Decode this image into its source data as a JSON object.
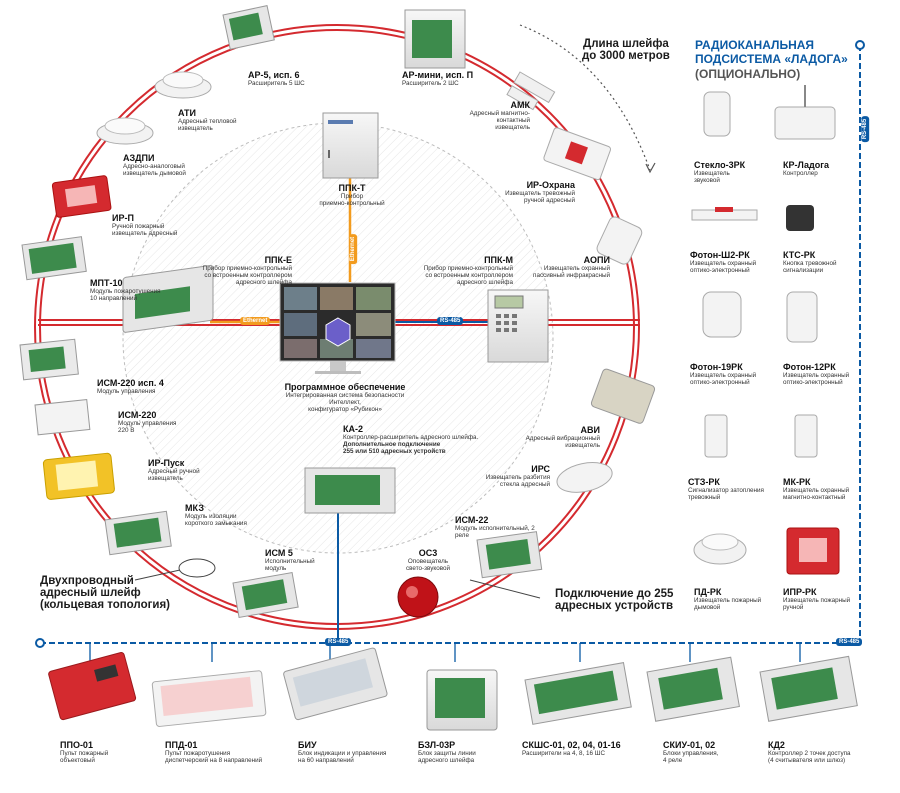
{
  "colors": {
    "loop": "#d42a2f",
    "bus": "#0b5aa4",
    "accent": "#f29b1e",
    "text": "#1a1a1a"
  },
  "loop_length": "Длина шлейфа\nдо 3000 метров",
  "radio": {
    "title": "РАДИОКАНАЛЬНАЯ\nПОДСИСТЕМА «ЛАДОГА»",
    "optional": "(ОПЦИОНАЛЬНО)"
  },
  "bus": {
    "rs485": "RS-485",
    "ethernet": "Ethernet"
  },
  "loop_caption": "Двухпроводный\nадресный шлейф\n(кольцевая топология)",
  "connection": "Подключение до 255\nадресных устройств",
  "center": {
    "ppk_t": {
      "title": "ППК-Т",
      "desc": "Прибор\nприемно-контрольный"
    },
    "ppk_e": {
      "title": "ППК-Е",
      "desc": "Прибор приемно-контрольный\nсо встроенным контроллером\nадресного шлейфа"
    },
    "ppk_m": {
      "title": "ППК-М",
      "desc": "Прибор приемно-контрольный\nсо встроенным контроллером\nадресного шлейфа"
    },
    "software": {
      "title": "Программное обеспечение",
      "desc": "Интегрированная система безопасности Интеллект,\nконфигуратор «Рубикон»"
    },
    "ka2": {
      "title": "КА-2",
      "desc": "Контроллер-расширитель адресного шлейфа.",
      "extra": "Дополнительное подключение\n255 или 510 адресных устройств"
    }
  },
  "loop_devices": [
    {
      "id": "ar5",
      "title": "АР-5, исп. 6",
      "desc": "Расширитель 5 ШС"
    },
    {
      "id": "armini",
      "title": "АР-мини, исп. П",
      "desc": "Расширитель 2 ШС"
    },
    {
      "id": "ati",
      "title": "АТИ",
      "desc": "Адресный тепловой\nизвещатель"
    },
    {
      "id": "azdpi",
      "title": "АЗДПИ",
      "desc": "Адресно-аналоговый\nизвещатель дымовой"
    },
    {
      "id": "amk",
      "title": "АМК",
      "desc": "Адресный магнитно-\nконтактный извещатель"
    },
    {
      "id": "irohrana",
      "title": "ИР-Охрана",
      "desc": "Извещатель тревожный\nручной адресный"
    },
    {
      "id": "irp",
      "title": "ИР-П",
      "desc": "Ручной пожарный\nизвещатель адресный"
    },
    {
      "id": "aopi",
      "title": "АОПИ",
      "desc": "Извещатель охранный\nпассивный инфракрасный"
    },
    {
      "id": "mpt10",
      "title": "МПТ-10",
      "desc": "Модуль пожаротушения\n10 направлений"
    },
    {
      "id": "ism220_4",
      "title": "ИСМ-220 исп. 4",
      "desc": "Модуль управления"
    },
    {
      "id": "ism220",
      "title": "ИСМ-220",
      "desc": "Модуль управления\n220 В"
    },
    {
      "id": "irpusk",
      "title": "ИР-Пуск",
      "desc": "Адресный ручной\nизвещатель"
    },
    {
      "id": "mkz",
      "title": "МКЗ",
      "desc": "Модуль изоляции\nкороткого замыкания"
    },
    {
      "id": "ism5",
      "title": "ИСМ 5",
      "desc": "Исполнительный\nмодуль"
    },
    {
      "id": "os3",
      "title": "ОС3",
      "desc": "Оповещатель\nсвето-звуковой"
    },
    {
      "id": "ism22",
      "title": "ИСМ-22",
      "desc": "Модуль исполнительный, 2 реле"
    },
    {
      "id": "irs",
      "title": "ИРС",
      "desc": "Извещатель разбития\nстекла адресный"
    },
    {
      "id": "avi",
      "title": "АВИ",
      "desc": "Адресный вибрационный\nизвещатель"
    }
  ],
  "radio_devices": [
    {
      "id": "steklo",
      "title": "Стекло-3РК",
      "desc": "Извещатель\nзвуковой"
    },
    {
      "id": "krladoga",
      "title": "КР-Ладога",
      "desc": "Контроллер"
    },
    {
      "id": "fotonsh",
      "title": "Фотон-Ш2-РК",
      "desc": "Извещатель охранный\nоптико-электронный"
    },
    {
      "id": "kts",
      "title": "КТС-РК",
      "desc": "Кнопка тревожной\nсигнализации"
    },
    {
      "id": "foton19",
      "title": "Фотон-19РК",
      "desc": "Извещатель охранный\nоптико-электронный"
    },
    {
      "id": "foton12",
      "title": "Фотон-12РК",
      "desc": "Извещатель охранный\nоптико-электронный"
    },
    {
      "id": "stz",
      "title": "СТЗ-РК",
      "desc": "Сигнализатор затопления\nтревожный"
    },
    {
      "id": "mk",
      "title": "МК-РК",
      "desc": "Извещатель охранный\nмагнитно-контактный"
    },
    {
      "id": "pd",
      "title": "ПД-РК",
      "desc": "Извещатель пожарный\nдымовой"
    },
    {
      "id": "ipr",
      "title": "ИПР-РК",
      "desc": "Извещатель пожарный\nручной"
    }
  ],
  "bottom_devices": [
    {
      "id": "ppo01",
      "title": "ППО-01",
      "desc": "Пульт пожарный\nобъектовый"
    },
    {
      "id": "ppd01",
      "title": "ППД-01",
      "desc": "Пульт пожаротушения\nдиспетчерский на 8 направлений"
    },
    {
      "id": "biu",
      "title": "БИУ",
      "desc": "Блок индикации и управления\nна 60 направлений"
    },
    {
      "id": "bzl",
      "title": "БЗЛ-03Р",
      "desc": "Блок защиты линии\nадресного шлейфа"
    },
    {
      "id": "skshs",
      "title": "СКШС-01, 02, 04, 01-16",
      "desc": "Расширители на 4, 8, 16 ШС"
    },
    {
      "id": "skiu",
      "title": "СКИУ-01, 02",
      "desc": "Блоки управления,\n4 реле"
    },
    {
      "id": "kd2",
      "title": "КД2",
      "desc": "Контроллер 2 точек доступа\n(4 считывателя или шлюз)"
    }
  ]
}
